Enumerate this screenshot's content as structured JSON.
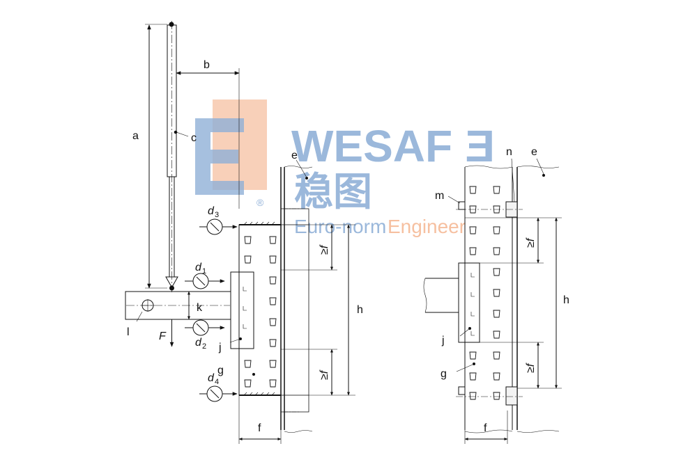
{
  "labels": {
    "a": "a",
    "b": "b",
    "c": "c",
    "e_left": "e",
    "e_right": "e",
    "f_left": "f",
    "f_right": "f",
    "g_left": "g",
    "g_right": "g",
    "h_left": "h",
    "h_right": "h",
    "j_left": "j",
    "j_right": "j",
    "k": "k",
    "l": "l",
    "m": "m",
    "n": "n",
    "F": "F",
    "d1": "d",
    "d1_sub": "1",
    "d2": "d",
    "d2_sub": "2",
    "d3": "d",
    "d3_sub": "3",
    "d4": "d",
    "d4_sub": "4",
    "geq_f": "≥f"
  },
  "watermark": {
    "brand": "WESAF",
    "brand_last": "E",
    "chinese": "稳图",
    "registered": "®",
    "tagline_1": "Euro-norm",
    "tagline_2": "Engineer",
    "colors": {
      "blue": "#7da3d1",
      "orange": "#f4b08a"
    }
  }
}
